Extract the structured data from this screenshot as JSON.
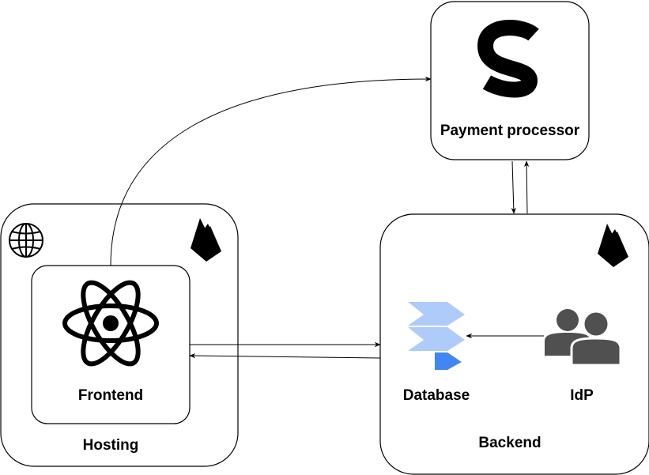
{
  "nodes": {
    "payment_processor": {
      "label": "Payment processor"
    },
    "hosting": {
      "label": "Hosting"
    },
    "frontend": {
      "label": "Frontend"
    },
    "backend": {
      "label": "Backend"
    },
    "database": {
      "label": "Database"
    },
    "idp": {
      "label": "IdP"
    }
  },
  "icons": {
    "payment_processor": "stripe-s-icon",
    "hosting_globe": "globe-icon",
    "hosting_firebase": "firebase-icon",
    "frontend": "react-icon",
    "backend_firebase": "firebase-icon",
    "database": "datastore-icon",
    "idp": "users-icon"
  },
  "colors": {
    "stroke": "#000000",
    "datastore_light": "#aecbfa",
    "datastore_dark": "#4285f4",
    "users_gray": "#505050"
  }
}
